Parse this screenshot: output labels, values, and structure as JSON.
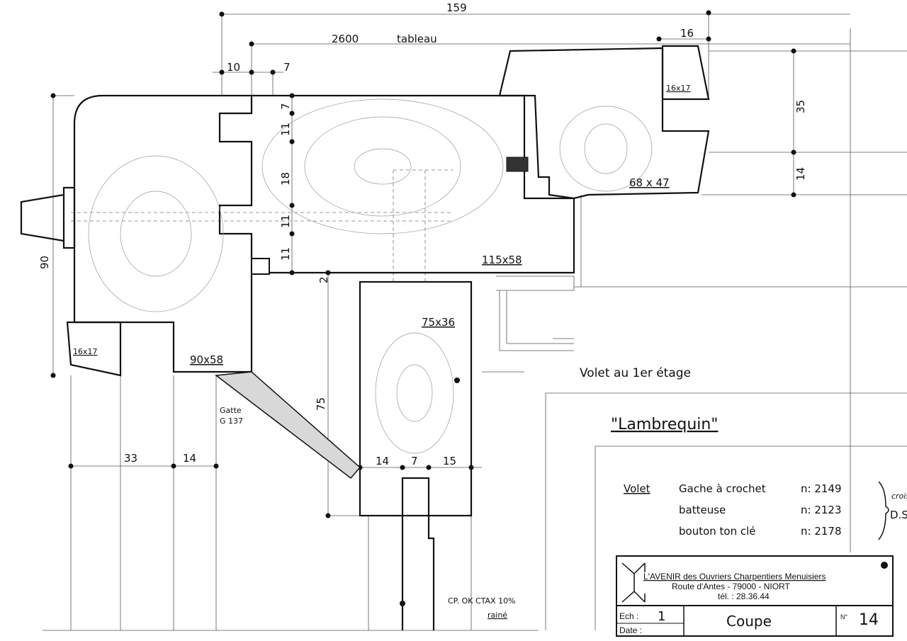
{
  "dimensions": {
    "overall_width": "159",
    "opening": "2600",
    "opening_label": "tableau",
    "left_10": "10",
    "left_7": "7",
    "top_right_16": "16",
    "right_35": "35",
    "right_14": "14",
    "height_90": "90",
    "v_7": "7",
    "v_11a": "11",
    "v_18": "18",
    "v_11b": "11",
    "v_11c": "11",
    "v_2": "2",
    "v_75": "75",
    "b_33": "33",
    "b_14": "14",
    "c_14": "14",
    "c_7": "7",
    "c_15": "15"
  },
  "sections": {
    "top_right": "68 x 47",
    "middle": "115x58",
    "lower": "75x36",
    "left": "90x58",
    "small_top": "16x17",
    "small_left": "16x17"
  },
  "notes": {
    "gatte_line1": "Gatte",
    "gatte_line2": "G 137",
    "plywood_line1": "CP. OK CTAX 10%",
    "plywood_line2": "rainé",
    "caption": "Volet au 1er étage",
    "title": "\"Lambrequin\""
  },
  "hardware": {
    "heading": "Volet",
    "items": [
      {
        "name": "Gache à crochet",
        "ref": "n: 2149"
      },
      {
        "name": "batteuse",
        "ref": "n: 2123"
      },
      {
        "name": "bouton   ton clé",
        "ref": "n: 2178"
      }
    ],
    "brace_note_1": "crois",
    "brace_note_2": "D.S"
  },
  "title_block": {
    "company": "L'AVENIR des Ouvriers Charpentiers Menuisiers",
    "address": "Route d'Antes - 79000 - NIORT",
    "phone": "tél. : 28.36.44",
    "scale_label": "Ech :",
    "scale_value": "1",
    "date_label": "Date :",
    "drawing_title": "Coupe",
    "number_label": "N°",
    "number_value": "14"
  }
}
